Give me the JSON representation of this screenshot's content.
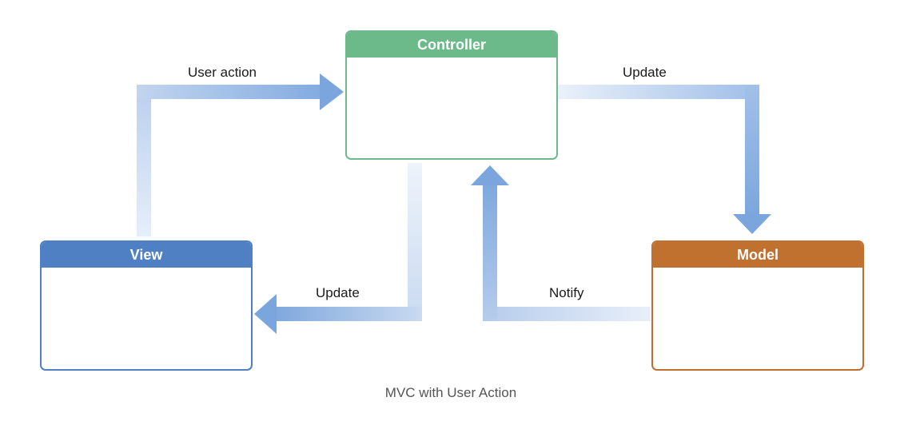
{
  "nodes": {
    "controller": {
      "title": "Controller",
      "color": "#6cb98a"
    },
    "view": {
      "title": "View",
      "color": "#4f80c4"
    },
    "model": {
      "title": "Model",
      "color": "#c0702f"
    }
  },
  "edges": {
    "user_action": "User action",
    "update_model": "Update",
    "update_view": "Update",
    "notify": "Notify"
  },
  "arrow_color": "#7fa8dc",
  "caption": "MVC with User Action"
}
